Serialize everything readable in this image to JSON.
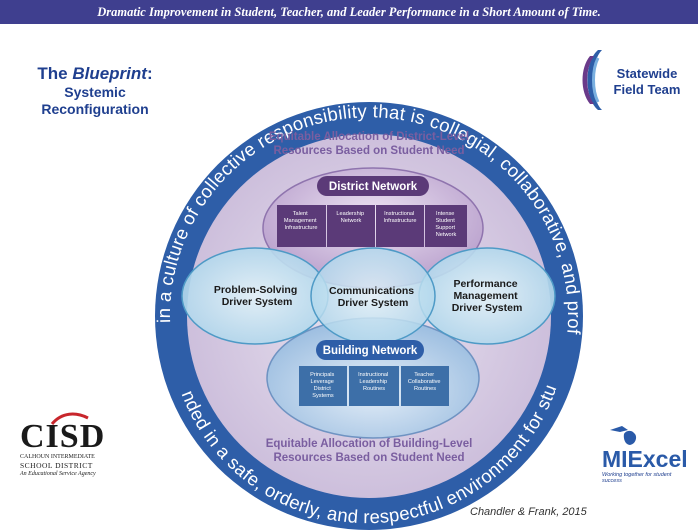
{
  "banner": "Dramatic Improvement in Student, Teacher, and Leader Performance in a Short Amount of Time.",
  "title": {
    "prefix": "The ",
    "emph": "Blueprint",
    "suffix": ":",
    "line2": "Systemic",
    "line3": "Reconfiguration"
  },
  "statewide": {
    "line1": "Statewide",
    "line2": "Field Team"
  },
  "ring": {
    "top": "Anchored in a culture of collective responsibility that is collegial, collaborative, and professional.",
    "bottom": "Grounded in a safe, orderly, and respectful environment for students."
  },
  "district_alloc": {
    "line1": "Equitable Allocation of District-Level",
    "line2": "Resources Based on Student Need"
  },
  "building_alloc": {
    "line1": "Equitable Allocation of Building-Level",
    "line2": "Resources Based on Student Need"
  },
  "district_network": {
    "title": "District Network",
    "boxes": [
      [
        "Talent",
        "Management",
        "Infrastructure"
      ],
      [
        "Leadership",
        "Network"
      ],
      [
        "Instructional",
        "Infrastructure"
      ],
      [
        "Intense",
        "Student",
        "Support",
        "Network"
      ]
    ]
  },
  "building_network": {
    "title": "Building Network",
    "boxes": [
      [
        "Principals",
        "Leverage",
        "District",
        "Systems"
      ],
      [
        "Instructional",
        "Leadership",
        "Routines"
      ],
      [
        "Teacher",
        "Collaborative",
        "Routines"
      ]
    ]
  },
  "drivers": {
    "left": [
      "Problem-Solving",
      "Driver System"
    ],
    "center": [
      "Communications",
      "Driver System"
    ],
    "right": [
      "Performance",
      "Management",
      "Driver System"
    ]
  },
  "logos": {
    "cisd": {
      "big": "CISD",
      "line1": "CALHOUN INTERMEDIATE",
      "line2": "SCHOOL DISTRICT",
      "line3": "An Educational Service Agency"
    },
    "miexcel": {
      "name": "MIExcel",
      "tagline": "Working together for student success"
    }
  },
  "credit": "Chandler & Frank, 2015",
  "colors": {
    "banner": "#3f3f8f",
    "ring": "#2e5ea8",
    "district_box": "#5b3a78",
    "building_box": "#3d6fa8",
    "title_blue": "#1f3f8f"
  }
}
